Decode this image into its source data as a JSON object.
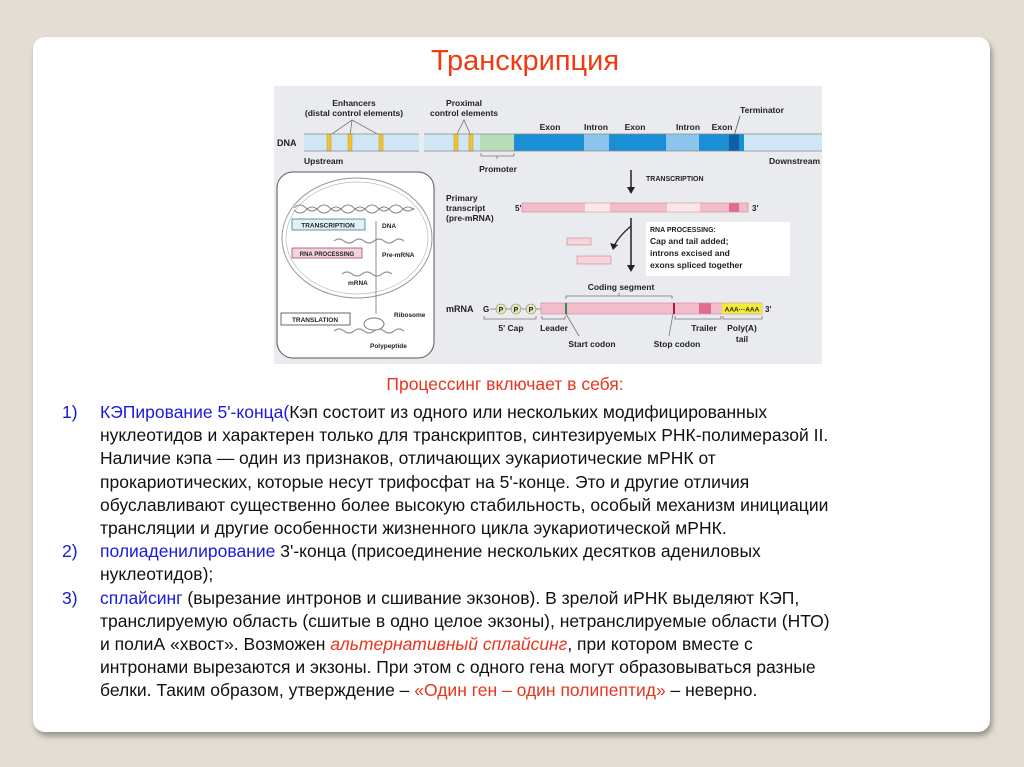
{
  "slide": {
    "title": "Транскрипция",
    "subtitle": "Процессинг включает в себя:"
  },
  "diagram": {
    "enhancers_1": "Enhancers",
    "enhancers_2": "(distal control elements)",
    "proximal_1": "Proximal",
    "proximal_2": "control elements",
    "dna": "DNA",
    "upstream": "Upstream",
    "promoter": "Promoter",
    "downstream": "Downstream",
    "terminator": "Terminator",
    "exon": "Exon",
    "intron": "Intron",
    "transcription": "TRANSCRIPTION",
    "primary_1": "Primary",
    "primary_2": "transcript",
    "primary_3": "(pre-mRNA)",
    "five_prime": "5'",
    "three_prime": "3'",
    "rna_processing_title": "RNA PROCESSING:",
    "rna_processing_1": "Cap and tail added;",
    "rna_processing_2": "introns excised and",
    "rna_processing_3": "exons spliced together",
    "coding_segment": "Coding segment",
    "mrna": "mRNA",
    "g": "G",
    "p": "P",
    "poly_a_seq": "AAA···AAA",
    "five_cap": "5' Cap",
    "leader": "Leader",
    "start_codon": "Start codon",
    "stop_codon": "Stop codon",
    "trailer": "Trailer",
    "poly_a_1": "Poly(A)",
    "poly_a_2": "tail",
    "cell_transcription": "TRANSCRIPTION",
    "cell_dna": "DNA",
    "cell_rna_processing": "RNA PROCESSING",
    "cell_pre_mrna": "Pre-mRNA",
    "cell_mrna": "mRNA",
    "cell_translation": "TRANSLATION",
    "cell_ribosome": "Ribosome",
    "cell_polypeptide": "Polypeptide"
  },
  "items": [
    {
      "num": "1)",
      "lines": [
        [
          {
            "t": "КЭПирование 5'-конца(",
            "c": "blue"
          },
          {
            "t": "Кэп состоит из одного или нескольких модифицированных",
            "c": ""
          }
        ],
        [
          {
            "t": "нуклеотидов и характерен только для транскриптов, синтезируемых РНК-полимеразой II.",
            "c": ""
          }
        ],
        [
          {
            "t": "Наличие кэпа — один из признаков, отличающих эукариотические мРНК от",
            "c": ""
          }
        ],
        [
          {
            "t": "прокариотических, которые несут трифосфат на 5'-конце. Это и другие отличия",
            "c": ""
          }
        ],
        [
          {
            "t": "обуславливают существенно более высокую стабильность, особый механизм инициации",
            "c": ""
          }
        ],
        [
          {
            "t": "трансляции и другие особенности жизненного цикла эукариотической мРНК.",
            "c": ""
          }
        ]
      ]
    },
    {
      "num": "2)",
      "lines": [
        [
          {
            "t": "полиаденилирование",
            "c": "blue"
          },
          {
            "t": " 3'-конца (присоединение нескольких десятков адениловых",
            "c": ""
          }
        ],
        [
          {
            "t": "нуклеотидов);",
            "c": ""
          }
        ]
      ]
    },
    {
      "num": "3)",
      "lines": [
        [
          {
            "t": "сплайсинг",
            "c": "blue"
          },
          {
            "t": " (вырезание интронов и сшивание экзонов). В зрелой иРНК выделяют КЭП,",
            "c": ""
          }
        ],
        [
          {
            "t": "транслируемую область (сшитые в одно целое экзоны), нетранслируемые области (НТО)",
            "c": ""
          }
        ],
        [
          {
            "t": "и полиА «хвост». Возможен ",
            "c": ""
          },
          {
            "t": "альтернативный сплайсинг",
            "c": "redi"
          },
          {
            "t": ", при котором вместе с",
            "c": ""
          }
        ],
        [
          {
            "t": "интронами вырезаются и экзоны. При этом с одного гена могут образовываться разные",
            "c": ""
          }
        ],
        [
          {
            "t": "белки.  Таким образом, утверждение – ",
            "c": ""
          },
          {
            "t": "«Один ген – один полипептид»",
            "c": "red"
          },
          {
            "t": " – неверно.",
            "c": ""
          }
        ]
      ]
    }
  ],
  "colors": {
    "title": "#f03a12",
    "keyword_blue": "#1a1adf",
    "highlight_red": "#e8341c",
    "background": "#e3ded3"
  }
}
